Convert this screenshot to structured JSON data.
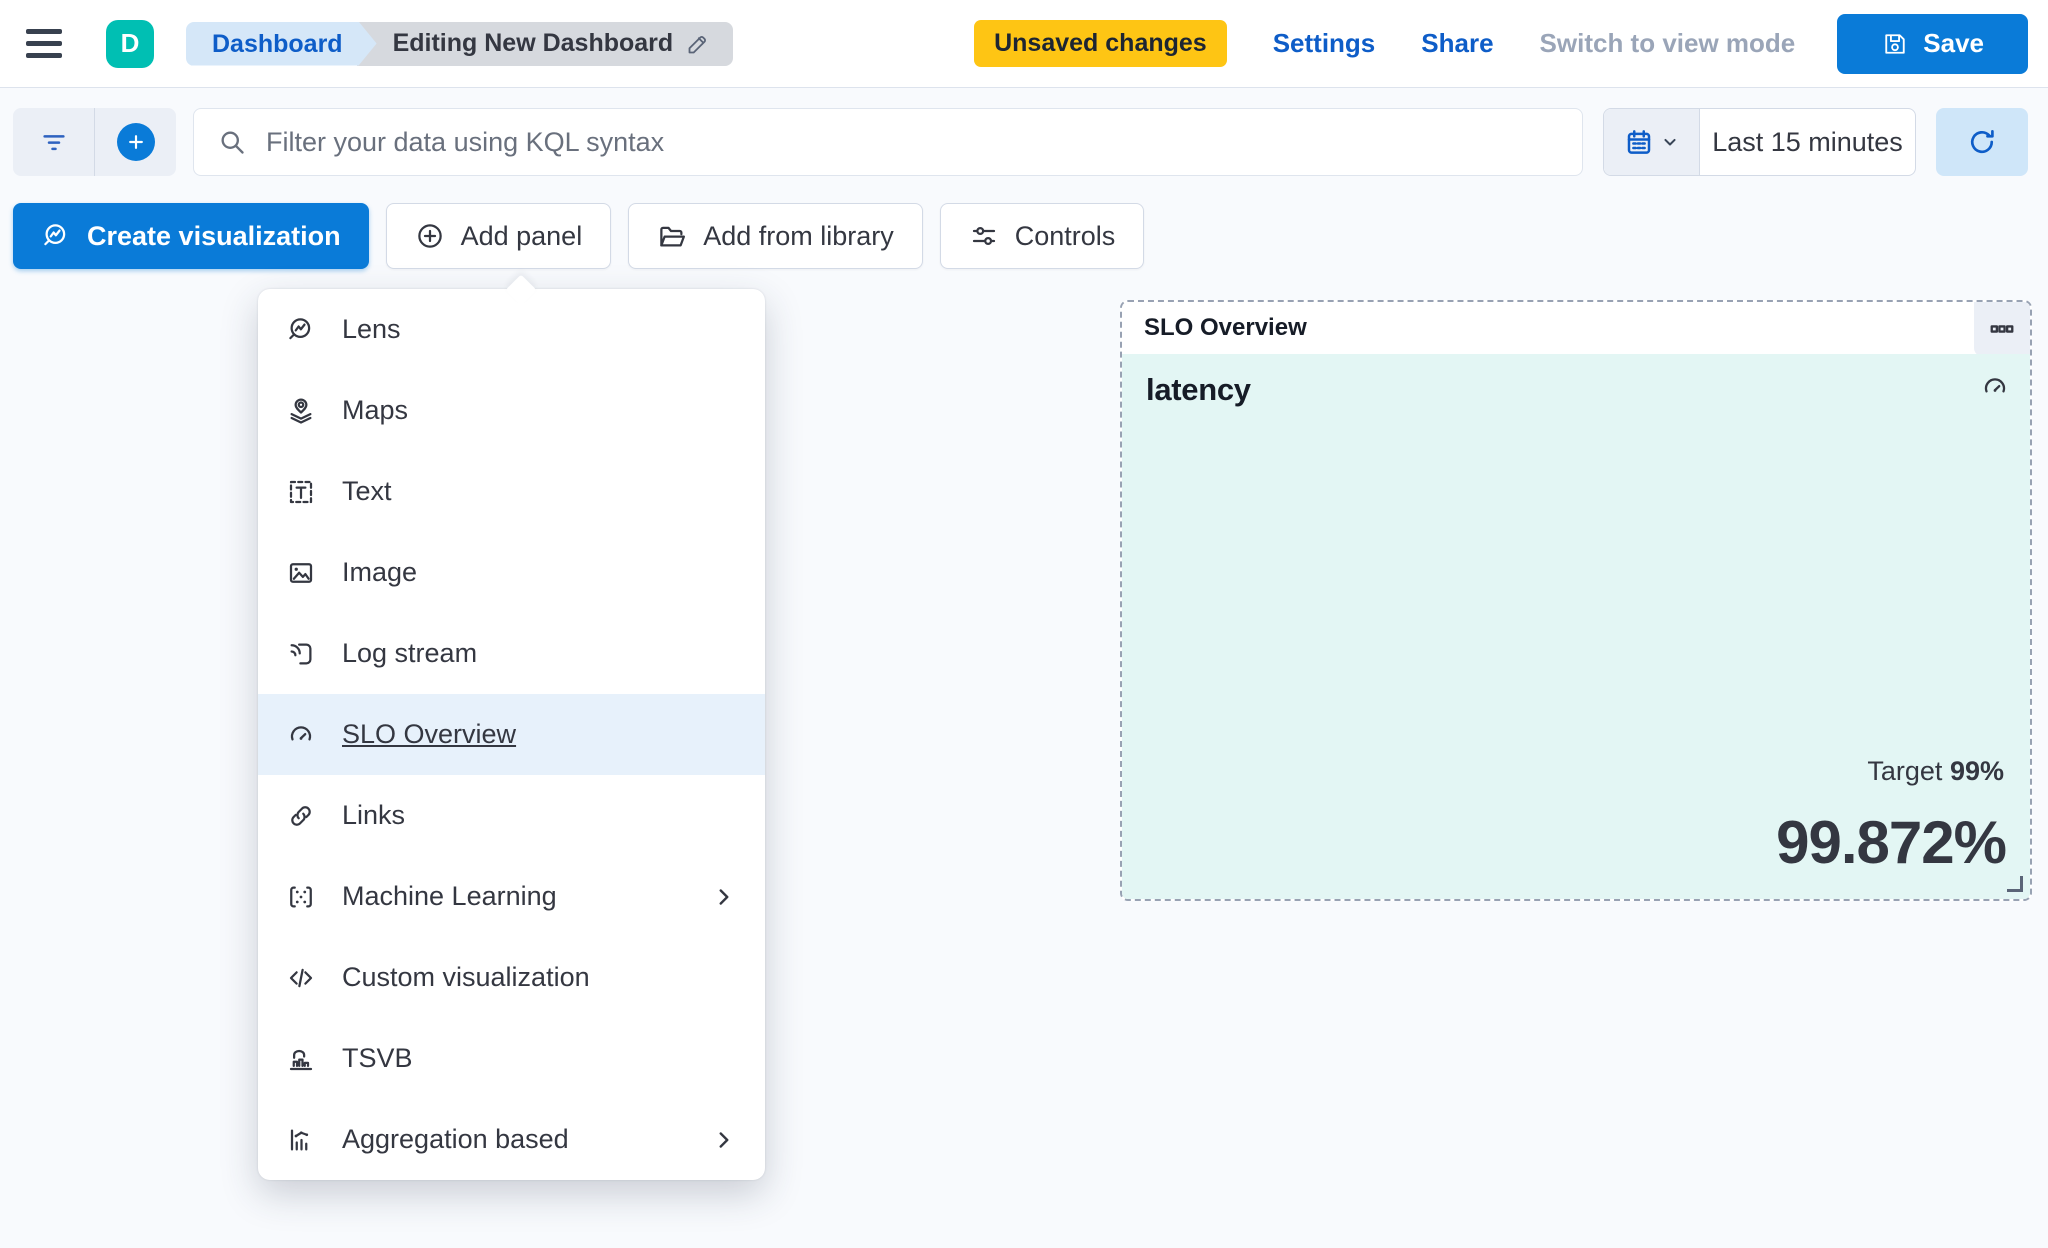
{
  "header": {
    "logo_letter": "D",
    "breadcrumb_dashboard": "Dashboard",
    "breadcrumb_current": "Editing New Dashboard",
    "unsaved_badge": "Unsaved changes",
    "settings": "Settings",
    "share": "Share",
    "switch_to_view_mode": "Switch to view mode",
    "save": "Save"
  },
  "filter_bar": {
    "kql_placeholder": "Filter your data using KQL syntax",
    "time_range": "Last 15 minutes"
  },
  "toolbar": {
    "create_visualization": "Create visualization",
    "add_panel": "Add panel",
    "add_from_library": "Add from library",
    "controls": "Controls"
  },
  "add_panel_menu": {
    "items": [
      {
        "label": "Lens",
        "icon": "icon-lens",
        "submenu": false,
        "highlighted": false
      },
      {
        "label": "Maps",
        "icon": "icon-maps",
        "submenu": false,
        "highlighted": false
      },
      {
        "label": "Text",
        "icon": "icon-text",
        "submenu": false,
        "highlighted": false
      },
      {
        "label": "Image",
        "icon": "icon-image",
        "submenu": false,
        "highlighted": false
      },
      {
        "label": "Log stream",
        "icon": "icon-logstream",
        "submenu": false,
        "highlighted": false
      },
      {
        "label": "SLO Overview",
        "icon": "icon-gauge",
        "submenu": false,
        "highlighted": true
      },
      {
        "label": "Links",
        "icon": "icon-link",
        "submenu": false,
        "highlighted": false
      },
      {
        "label": "Machine Learning",
        "icon": "icon-ml",
        "submenu": true,
        "highlighted": false
      },
      {
        "label": "Custom visualization",
        "icon": "icon-code",
        "submenu": false,
        "highlighted": false
      },
      {
        "label": "TSVB",
        "icon": "icon-tsvb",
        "submenu": false,
        "highlighted": false
      },
      {
        "label": "Aggregation based",
        "icon": "icon-agg",
        "submenu": true,
        "highlighted": false
      }
    ]
  },
  "slo_panel": {
    "title": "SLO Overview",
    "metric_name": "latency",
    "target_label": "Target",
    "target_value": "99%",
    "value": "99.872%"
  },
  "colors": {
    "primary_blue": "#0a7bd8",
    "link_blue": "#0e5dc8",
    "warning_yellow": "#fec514",
    "logo_teal": "#00bfb3",
    "panel_teal_bg": "#e3f6f4",
    "menu_highlight_bg": "#e7f1fb",
    "dashed_border": "#98a2b3"
  }
}
